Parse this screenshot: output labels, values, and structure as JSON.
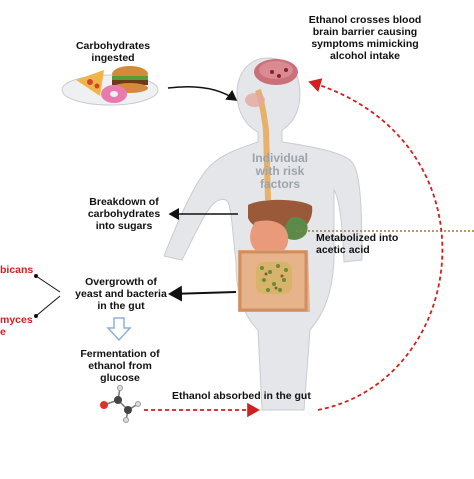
{
  "labels": {
    "carbs_ingested": [
      "Carbohydrates",
      "ingested"
    ],
    "ethanol_bbb": [
      "Ethanol crosses blood",
      "brain barrier causing",
      "symptoms mimicking",
      "alcohol intake"
    ],
    "individual": [
      "Individual",
      "with risk",
      "factors"
    ],
    "breakdown": [
      "Breakdown of",
      "carbohydrates",
      "into sugars"
    ],
    "metabolized": [
      "Metabolized into",
      "acetic acid"
    ],
    "overgrowth": [
      "Overgrowth of",
      "yeast and bacteria",
      "in the gut"
    ],
    "candida": "bicans",
    "saccharomyces": [
      "myces",
      "e"
    ],
    "fermentation": [
      "Fermentation of",
      "ethanol from",
      "glucose"
    ],
    "ethanol_absorbed": "Ethanol absorbed in the gut"
  },
  "colors": {
    "red_arrow": "#d21f1f",
    "black_arrow": "#111111",
    "body_fill": "#e4e6ea",
    "liver": "#9a5a3a",
    "stomach": "#e89a7a",
    "intestine": "#e7b38a",
    "brain": "#c9707a",
    "fermentation_arrow": "#8fb0d9"
  },
  "icons": [
    "food-plate-icon",
    "human-body-icon",
    "brain-icon",
    "liver-icon",
    "intestine-icon",
    "ethanol-molecule-icon",
    "down-arrow-icon"
  ]
}
